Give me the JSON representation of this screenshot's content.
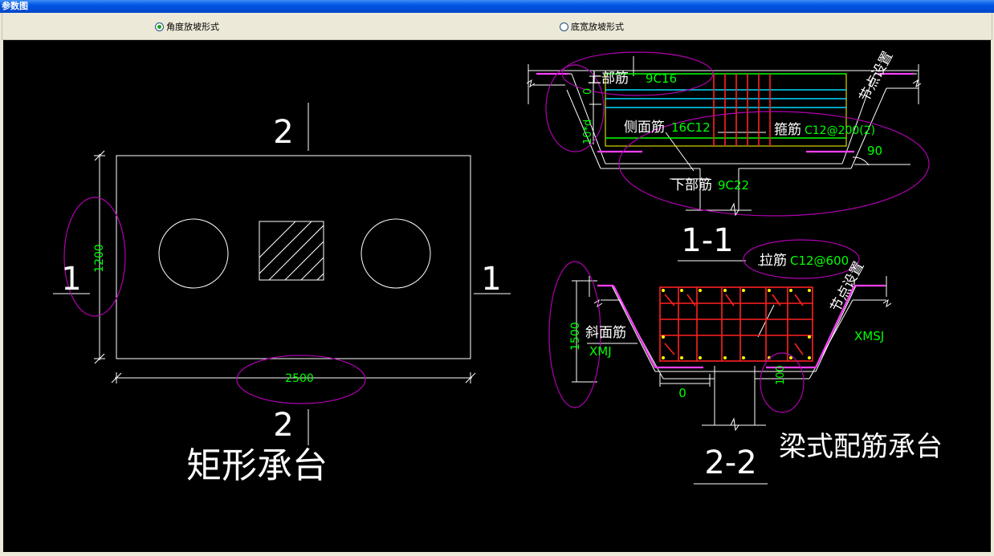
{
  "window": {
    "title": "参数图"
  },
  "options": [
    {
      "label": "角度放坡形式",
      "selected": true
    },
    {
      "label": "底宽放坡形式",
      "selected": false
    }
  ],
  "drawing": {
    "plan": {
      "section_mark_2_top": "2",
      "section_mark_2_bottom": "2",
      "section_mark_1_left": "1",
      "section_mark_1_right": "1",
      "dim_height": "1200",
      "dim_width": "2500",
      "caption": "矩形承台"
    },
    "section_1_1": {
      "top_bar_label": "上部筋",
      "top_bar_value": "9C16",
      "node_setting_label": "节点设置",
      "dim_top": "0",
      "dim_side": "10*d",
      "side_bar_label": "侧面筋",
      "side_bar_value": "16C12",
      "stirrup_label": "箍筋",
      "stirrup_value": "C12@200(2)",
      "angle": "90",
      "bottom_bar_label": "下部筋",
      "bottom_bar_value": "9C22",
      "title": "1-1"
    },
    "section_2_2": {
      "tie_bar_label": "拉筋",
      "tie_bar_value": "C12@600",
      "node_setting_label": "节点设置",
      "dim_height": "1500",
      "slope_bar_label": "斜面筋",
      "slope_bar_code": "XMJ",
      "slope_code_right": "XMSJ",
      "dim_bottom": "0",
      "dim_cover": "100",
      "title": "2-2"
    },
    "caption_right": "梁式配筋承台"
  },
  "colors": {
    "background": "#000000",
    "line": "#ffffff",
    "dimension": "#00ff00",
    "highlight_ellipse": "#b000b0",
    "rebar_top": "#00ff00",
    "rebar_mid": "#00d8ff",
    "rebar_stirrup": "#ff2020",
    "frame_outline": "#ffff00",
    "slope_bar": "#ff40ff"
  }
}
